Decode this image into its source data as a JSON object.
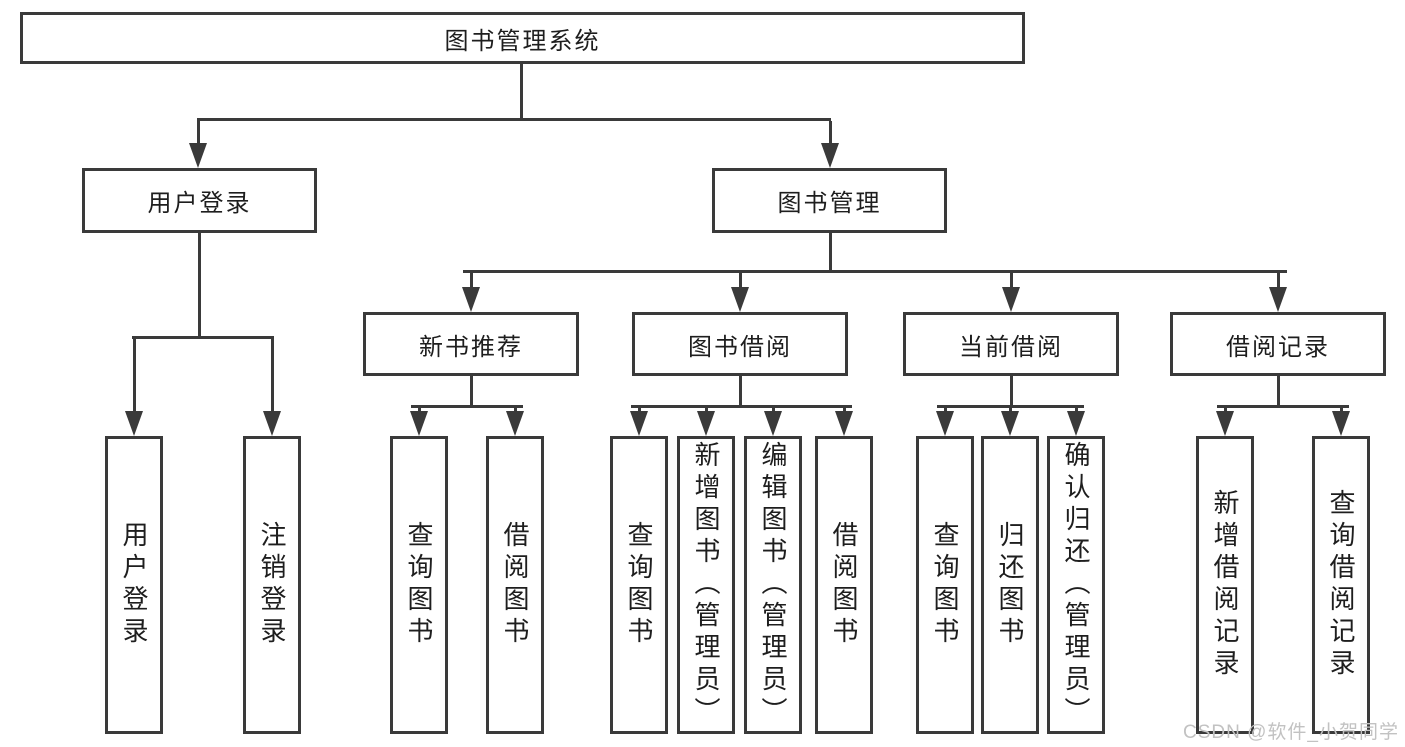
{
  "tree": {
    "label": "图书管理系统",
    "children": [
      {
        "label": "用户登录",
        "children": [
          {
            "label": "用户登录"
          },
          {
            "label": "注销登录"
          }
        ]
      },
      {
        "label": "图书管理",
        "children": [
          {
            "label": "新书推荐",
            "children": [
              {
                "label": "查询图书"
              },
              {
                "label": "借阅图书"
              }
            ]
          },
          {
            "label": "图书借阅",
            "children": [
              {
                "label": "查询图书"
              },
              {
                "label": "新增图书（管理员）"
              },
              {
                "label": "编辑图书（管理员）"
              },
              {
                "label": "借阅图书"
              }
            ]
          },
          {
            "label": "当前借阅",
            "children": [
              {
                "label": "查询图书"
              },
              {
                "label": "归还图书"
              },
              {
                "label": "确认归还（管理员）"
              }
            ]
          },
          {
            "label": "借阅记录",
            "children": [
              {
                "label": "新增借阅记录"
              },
              {
                "label": "查询借阅记录"
              }
            ]
          }
        ]
      }
    ]
  },
  "watermark": {
    "text": "CSDN @软件_小贺同学"
  },
  "colors": {
    "line": "#3a3a3a",
    "text": "#1e1e1e",
    "watermark": "#c2c2c2",
    "background": "#ffffff"
  }
}
